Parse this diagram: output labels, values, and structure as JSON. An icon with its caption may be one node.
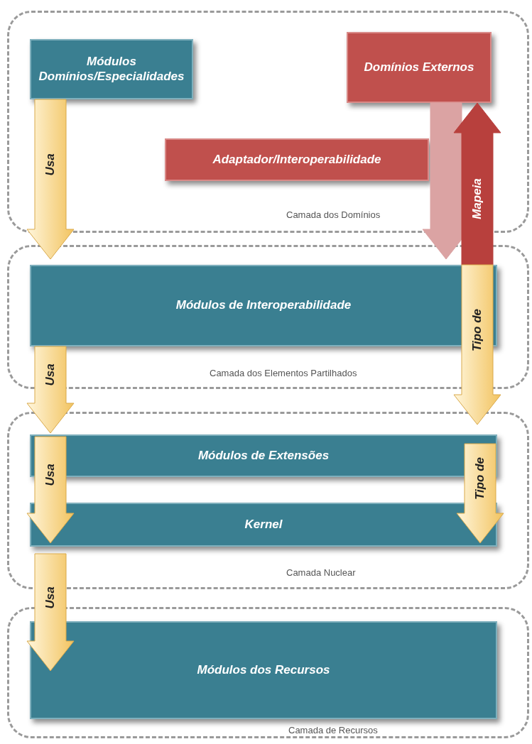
{
  "diagram": {
    "nodes": [
      {
        "text": [
          "Camada dos Domínios"
        ]
      },
      {
        "text": [
          "Módulos Domínios/Especialidades"
        ],
        "in": 0
      },
      {
        "text": [
          "Domínios Externos"
        ],
        "in": 0
      },
      {
        "text": [
          "Adaptador/Interoperabilidade"
        ],
        "in": 0
      },
      {
        "text": [
          "Camada dos Elementos Partilhados"
        ]
      },
      {
        "text": [
          "Módulos de Interoperabilidade"
        ],
        "in": 4
      },
      {
        "text": [
          "Camada Nuclear"
        ]
      },
      {
        "text": [
          "Módulos de Extensões"
        ],
        "in": 6
      },
      {
        "text": [
          "Kernel"
        ],
        "in": 6
      },
      {
        "text": [
          "Camada de Recursos"
        ]
      },
      {
        "text": [
          "Módulos dos Recursos"
        ],
        "in": 9
      }
    ],
    "edges": [
      {
        "from": 1,
        "to": 5,
        "arrow": "to",
        "label": "Usa"
      },
      {
        "from": 2,
        "to": 5,
        "arrow": "to",
        "color": "#dba3a3"
      },
      {
        "from": 5,
        "to": 2,
        "arrow": "to",
        "label": "Mapeia",
        "color": "#b8403d"
      },
      {
        "from": 5,
        "to": 7,
        "arrow": "to",
        "label": "Usa"
      },
      {
        "from": 5,
        "to": 7,
        "arrow": "to",
        "label": "Tipo de"
      },
      {
        "from": 7,
        "to": 8,
        "arrow": "to",
        "label": "Usa"
      },
      {
        "from": 7,
        "to": 8,
        "arrow": "to",
        "label": "Tipo de"
      },
      {
        "from": 8,
        "to": 10,
        "arrow": "to",
        "label": "Usa"
      }
    ]
  }
}
